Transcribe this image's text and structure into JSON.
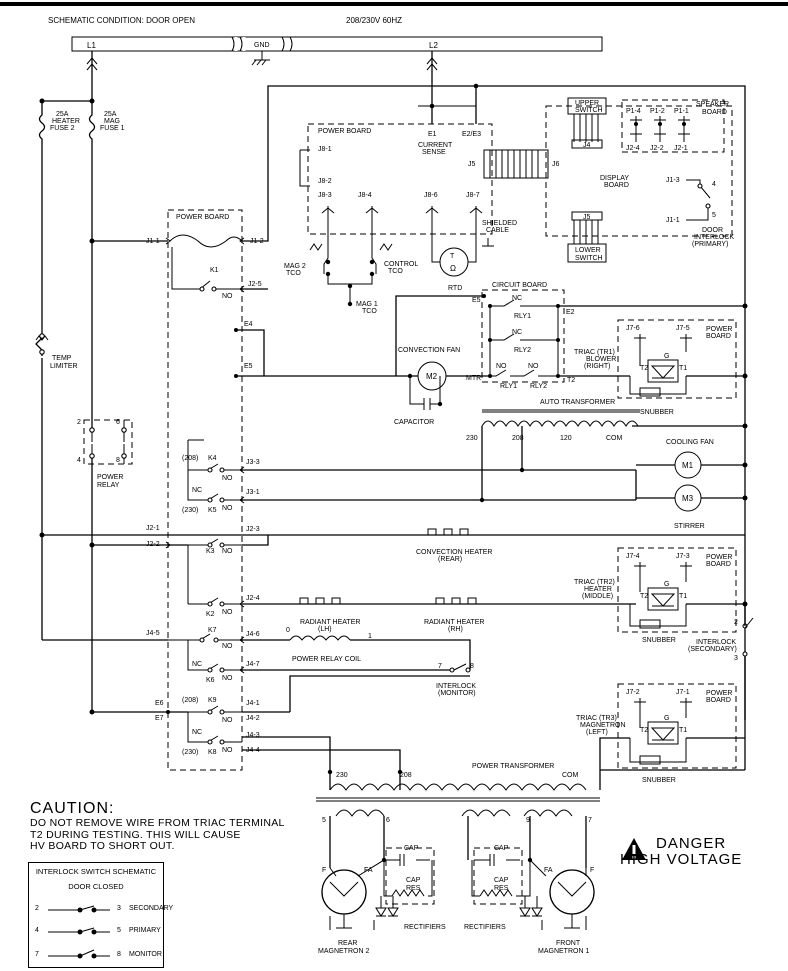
{
  "header": {
    "condition": "SCHEMATIC CONDITION: DOOR OPEN",
    "voltage": "208/230V 60HZ",
    "l1": "L1",
    "l2": "L2",
    "gnd": "GND"
  },
  "fuses": {
    "heater_fuse": [
      "25A",
      "HEATER",
      "FUSE 2"
    ],
    "mag_fuse": [
      "25A",
      "MAG",
      "FUSE 1"
    ]
  },
  "temp_limiter": [
    "TEMP",
    "LIMITER"
  ],
  "power_relay": {
    "label": [
      "POWER",
      "RELAY"
    ],
    "pins": [
      "2",
      "6",
      "4",
      "8"
    ]
  },
  "power_board_left": {
    "title": "POWER BOARD",
    "relays": [
      "K1",
      "K4",
      "K5",
      "K3",
      "K2",
      "K7",
      "K6",
      "K9",
      "K8"
    ],
    "connectors": [
      "J1-1",
      "J1-2",
      "J2-5",
      "E4",
      "E5",
      "J3-3",
      "J3-1",
      "J2-1",
      "J2-2",
      "J2-3",
      "J2-4",
      "J4-5",
      "J4-6",
      "J4-7",
      "E6",
      "E7",
      "J4-1",
      "J4-2",
      "J4-3",
      "J4-4"
    ],
    "contact_labels": [
      "NO",
      "NC",
      "(208)",
      "(230)"
    ]
  },
  "power_board_top": {
    "title": "POWER BOARD",
    "connectors": [
      "J8-1",
      "J8-2",
      "J8-3",
      "J8-4",
      "J8-6",
      "J8-7",
      "E1",
      "E2/E3"
    ],
    "current_sense": [
      "CURRENT",
      "SENSE"
    ],
    "shielded_cable": [
      "SHIELDED",
      "CABLE"
    ],
    "j5": "J5",
    "j6": "J6"
  },
  "tco": {
    "mag2": [
      "MAG 2",
      "TCO"
    ],
    "control": [
      "CONTROL",
      "TCO"
    ],
    "mag1": [
      "MAG 1",
      "TCO"
    ]
  },
  "rtd": {
    "label": "RTD",
    "t": "T",
    "omega": "Ω"
  },
  "display": {
    "upper_switch": [
      "UPPER",
      "SWITCH"
    ],
    "lower_switch": [
      "LOWER",
      "SWITCH"
    ],
    "j4": "J4",
    "j5": "J5",
    "display_board": [
      "DISPLAY",
      "BOARD"
    ],
    "speaker_board": [
      "SPEAKER",
      "BOARD"
    ],
    "pins_top": [
      "P1-4",
      "P1-2",
      "P1-1"
    ],
    "pins_bottom": [
      "J2-4",
      "J2-2",
      "J2-1"
    ],
    "j1_3": "J1-3",
    "j1_1": "J1-1",
    "door_interlock": [
      "DOOR",
      "INTERLOCK",
      "(PRIMARY)"
    ],
    "switch_pins": [
      "4",
      "5"
    ]
  },
  "circuit_board": {
    "title": "CIRCUIT BOARD",
    "labels": [
      "E5",
      "E2",
      "NC",
      "RLY1",
      "NC",
      "RLY2",
      "NO",
      "NO",
      "RLY1",
      "RLY2",
      "MTR",
      "T2"
    ]
  },
  "convection_fan": {
    "label": "CONVECTION FAN",
    "motor": "M2",
    "capacitor": "CAPACITOR"
  },
  "triacs": {
    "tr1": {
      "pins": [
        "J7-6",
        "J7-5"
      ],
      "board": [
        "POWER",
        "BOARD"
      ],
      "label": [
        "TRIAC (TR1)",
        "BLOWER",
        "(RIGHT)"
      ],
      "terms": [
        "T2",
        "T1",
        "G"
      ],
      "snubber": "SNUBBER"
    },
    "tr2": {
      "pins": [
        "J7-4",
        "J7-3"
      ],
      "board": [
        "POWER",
        "BOARD"
      ],
      "label": [
        "TRIAC (TR2)",
        "HEATER",
        "(MIDDLE)"
      ],
      "terms": [
        "T2",
        "T1",
        "G"
      ],
      "snubber": "SNUBBER"
    },
    "tr3": {
      "pins": [
        "J7-2",
        "J7-1"
      ],
      "board": [
        "POWER",
        "BOARD"
      ],
      "label": [
        "TRIAC (TR3)",
        "MAGNETRON",
        "(LEFT)"
      ],
      "terms": [
        "T2",
        "T1",
        "G"
      ],
      "snubber": "SNUBBER"
    }
  },
  "auto_transformer": {
    "label": "AUTO TRANSFORMER",
    "taps": [
      "230",
      "208",
      "120",
      "COM"
    ]
  },
  "fans": {
    "cooling_fan": "COOLING FAN",
    "m1": "M1",
    "m3": "M3",
    "stirrer": "STIRRER"
  },
  "heaters": {
    "convection": [
      "CONVECTION HEATER",
      "(REAR)"
    ],
    "radiant_lh": [
      "RADIANT HEATER",
      "(LH)"
    ],
    "radiant_rh": [
      "RADIANT HEATER",
      "(RH)"
    ]
  },
  "interlock_secondary": {
    "label": [
      "INTERLOCK",
      "(SECONDARY)"
    ],
    "pins": [
      "2",
      "3"
    ]
  },
  "power_relay_coil": {
    "label": "POWER RELAY COIL",
    "pins": [
      "0",
      "1"
    ]
  },
  "interlock_monitor": {
    "label": [
      "INTERLOCK",
      "(MONITOR)"
    ],
    "pins": [
      "7",
      "8"
    ]
  },
  "power_transformer": {
    "label": "POWER TRANSFORMER",
    "taps": [
      "230",
      "208",
      "COM"
    ]
  },
  "secondary": {
    "pins": [
      "5",
      "6",
      "9",
      "7"
    ],
    "cap": "CAP",
    "cap_res": [
      "CAP",
      "RES"
    ],
    "rectifiers": "RECTIFIERS",
    "rear_magnetron": [
      "REAR",
      "MAGNETRON 2"
    ],
    "front_magnetron": [
      "FRONT",
      "MAGNETRON 1"
    ],
    "f": "F",
    "fa": "FA"
  },
  "caution": {
    "title": "CAUTION:",
    "lines": [
      "DO NOT REMOVE WIRE FROM TRIAC TERMINAL",
      "T2 DURING TESTING. THIS WILL CAUSE",
      "HV BOARD TO SHORT OUT."
    ]
  },
  "danger": {
    "lines": [
      "DANGER",
      "HIGH VOLTAGE"
    ]
  },
  "interlock_schematic": {
    "title": [
      "INTERLOCK SWITCH SCHEMATIC",
      "DOOR CLOSED"
    ],
    "rows": [
      {
        "a": "2",
        "b": "3",
        "name": "SECONDARY"
      },
      {
        "a": "4",
        "b": "5",
        "name": "PRIMARY"
      },
      {
        "a": "7",
        "b": "8",
        "name": "MONITOR"
      }
    ]
  }
}
